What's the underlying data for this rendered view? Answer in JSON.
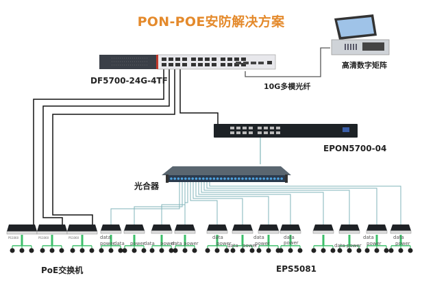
{
  "title": "PON-POE安防解决方案",
  "colors": {
    "title": "#e48a2c",
    "ethernet_cable": "#111111",
    "fiber_cable": "#7fb3b8",
    "poe_cable": "#3cbf6a",
    "uplink_cable": "#7a6aa0"
  },
  "devices": {
    "core_switch": {
      "label": "DF5700-24G-4TF",
      "icon": "switch-rack-icon"
    },
    "video_matrix": {
      "label": "高清数字矩阵",
      "icon": "computer-server-icon"
    },
    "olt": {
      "label": "EPON5700-04",
      "icon": "olt-rack-icon"
    },
    "splitter": {
      "label": "光合器",
      "icon": "fiber-splitter-rack-icon"
    },
    "poe_switches": {
      "label": "PoE交换机",
      "count": 3,
      "model_tag": "PS1060"
    },
    "onu_poe": {
      "label": "EPS5081",
      "count": 12
    }
  },
  "links": {
    "uplink": "10G多模光纤"
  },
  "port_labels": {
    "data": "data",
    "power": "power"
  }
}
